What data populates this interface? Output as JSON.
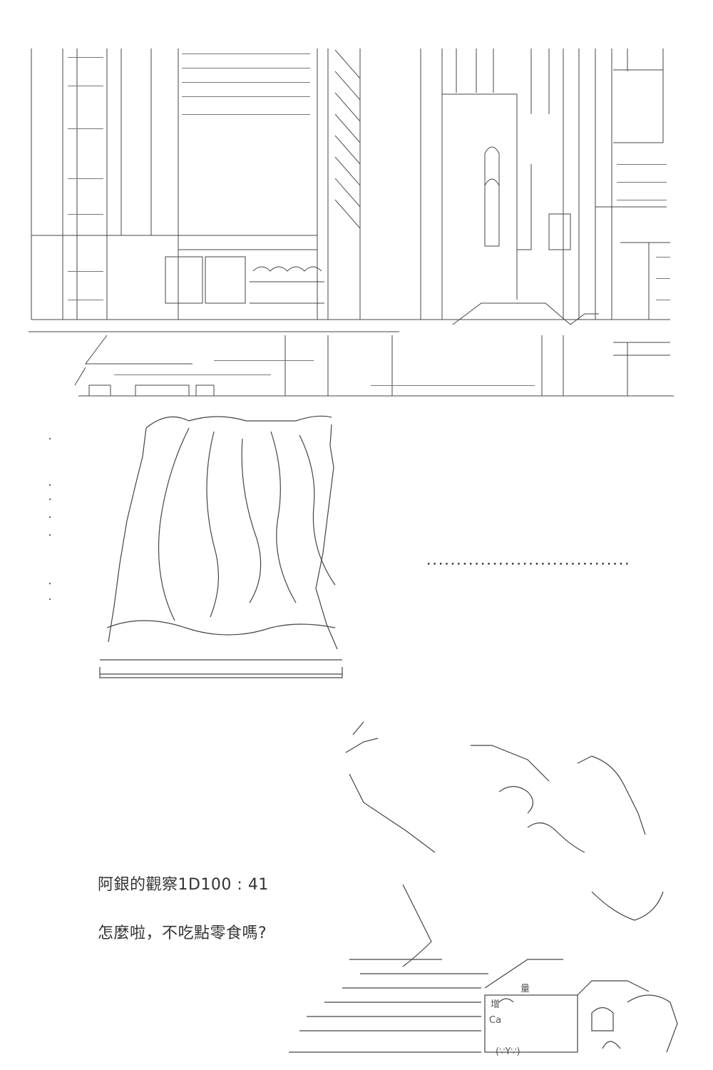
{
  "panel_top": {
    "label": "city-street-ascii-art"
  },
  "panel_middle": {
    "label": "sleeping-creature-ascii-art",
    "dots_text": "··································"
  },
  "panel_bottom": {
    "label": "character-ascii-art",
    "caption_line1": "阿銀的觀察1D100 : 41",
    "caption_line2": "怎麼啦，不吃點零食嗎?",
    "sign_text_1": "量",
    "sign_text_2": "增",
    "sign_text_3": "Ca",
    "face_text": "(∵Y∵)"
  }
}
